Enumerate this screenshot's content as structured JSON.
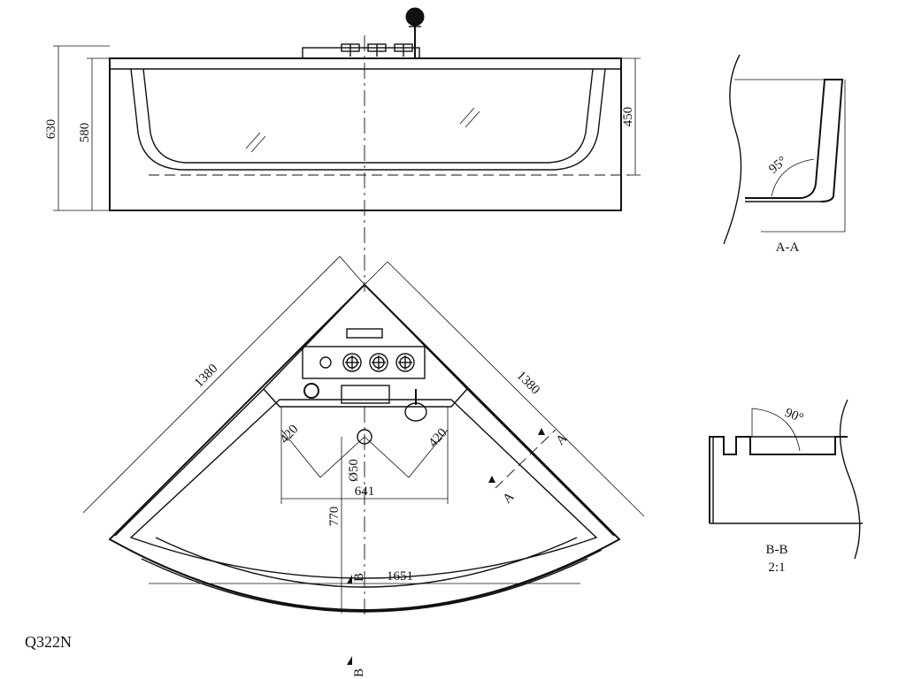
{
  "model": "Q322N",
  "front_view": {
    "dims": {
      "overall_height": "630",
      "inner_height": "580",
      "water_depth": "450"
    }
  },
  "plan_view": {
    "dims": {
      "side_left": "1380",
      "side_right": "1380",
      "jet_offset_left": "420",
      "jet_offset_right": "420",
      "drain_dia": "Ø50",
      "jet_spacing": "641",
      "depth": "770",
      "width": "1651"
    },
    "section_markers": {
      "a_top": "A",
      "a_bottom": "A",
      "b_top": "B",
      "b_bottom": "B"
    }
  },
  "section_a": {
    "title": "A-A",
    "angle": "95°"
  },
  "section_b": {
    "title": "B-B",
    "scale": "2:1",
    "angle": "90°"
  }
}
